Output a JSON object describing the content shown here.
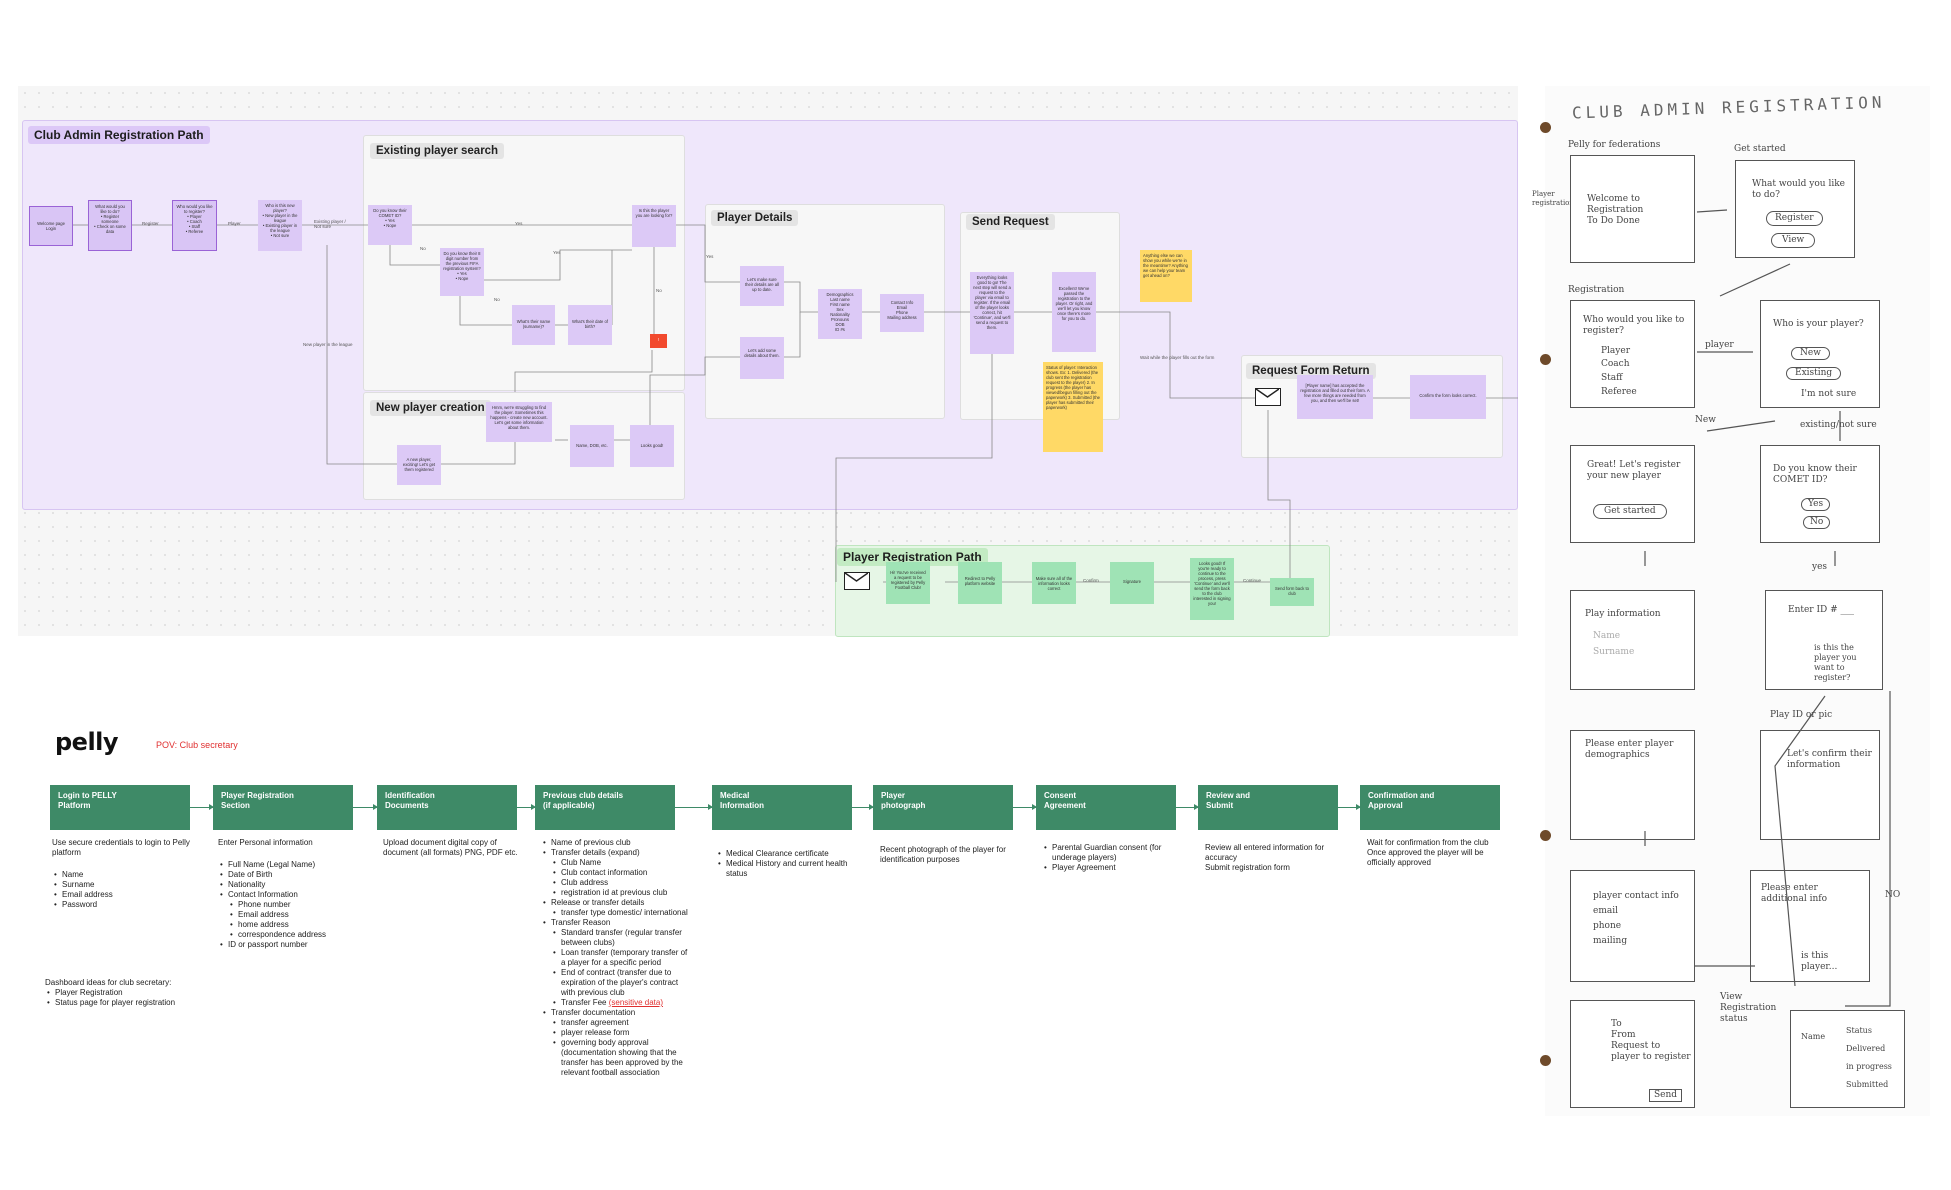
{
  "diagram": {
    "lanes": {
      "admin": "Club Admin Registration Path",
      "player": "Player Registration Path"
    },
    "sections": {
      "existing_search": "Existing player search",
      "new_player": "New player creation",
      "player_details": "Player Details",
      "send_request": "Send Request",
      "request_return": "Request Form Return"
    },
    "nodes": {
      "welcome": "Welcome page\nLogin",
      "what_todo": "What would you like to do?\n• Register someone\n• Check on some data",
      "who_register": "Who would you like to register?\n• Player\n• Coach\n• Staff\n• Referee",
      "who_player": "Who is this new player?\n• New player in the league\n• Existing player in the league\n• Not sure",
      "comet_id": "Do you know their COMET ID?\n• Yes\n• Nope",
      "enter_id": "Do you know their 8 digit number from the previous FIFA registration system?\n• Yes\n• Nope",
      "is_this_player": "Is this the player you are looking for?",
      "their_name": "What's their name (surname)?",
      "dob": "What's their date of birth?",
      "red": "!",
      "struggling": "Hmm, we're struggling to find the player. Sometimes this happens - create new account. Let's get some information about them.",
      "new_reg": "A new player, exciting! Let's get them registered",
      "name_dob": "Name, DOB, etc.",
      "looks_good": "Looks good!",
      "confirm_details": "Let's make sure their details are all up to date.",
      "add_details": "Let's add some details about them.",
      "demographics": "Demographics\nLast name\nFirst name\nSex\nNationality\nPronouns\nDOB\nID #s",
      "contact": "Contact Info\nEmail\nPhone\nMailing address",
      "send_req_note": "Everything looks good to go! The next step will send a request to the player via email to register. If the email of the player looks correct, hit 'Continue', and we'll send a request to them.",
      "excellent": "Excellent! We've passed the registration to the player. Or right, and we'll let you know once there's more for you to do.",
      "status_note": "Status of player: Interaction shows. Ex: 1. Delivered (the club sent the registration request to the player) 2. In progress (the player has viewed/begun filling out the paperwork) 3. Submitted (the player has submitted their paperwork)",
      "anything_else": "Anything else we can show you while we're in the meantime? Anything we can help your team get ahead on?",
      "return_note": "[Player name] has accepted the registration and filled out their form. A few more things are needed from you, and then we'll be set!",
      "confirm_form": "Confirm the form looks correct.",
      "player_request": "Hi! You've received a request to be registered by Pelly Football Club!",
      "redirect": "Redirect to Pelly platform website",
      "make_sure": "Make sure all of the information looks correct",
      "signature": "Signature",
      "ready": "Looks good! If you're ready to continue to the process, press 'Continue' and we'll send the form back to the club interested in signing you!",
      "send_back": "Send form back to club"
    },
    "edges": {
      "register": "Register",
      "player": "Player",
      "existing": "Existing player / Not sure",
      "new_in_league": "New player in the league",
      "yes": "Yes",
      "no": "No",
      "confirm": "Confirm",
      "continue": "Continue",
      "wait": "Wait while the player fills out the form"
    }
  },
  "journey": {
    "logo": "pelly",
    "pov": "POV: Club secretary",
    "steps": [
      {
        "title": "Login to PELLY\nPlatform"
      },
      {
        "title": "Player Registration\nSection"
      },
      {
        "title": "Identification\nDocuments"
      },
      {
        "title": "Previous club details\n(if applicable)"
      },
      {
        "title": "Medical\nInformation"
      },
      {
        "title": "Player\nphotograph"
      },
      {
        "title": "Consent\nAgreement"
      },
      {
        "title": "Review and\nSubmit"
      },
      {
        "title": "Confirmation and\nApproval"
      }
    ],
    "desc": {
      "login_intro": "Use secure credentials to login to Pelly platform",
      "login_items": [
        "Name",
        "Surname",
        "Email address",
        "Password"
      ],
      "reg_intro": "Enter Personal information",
      "reg_items": [
        "Full Name  (Legal Name)",
        "Date of Birth",
        "Nationality",
        "Contact Information"
      ],
      "reg_contact": [
        "Phone number",
        "Email address",
        "home address",
        "correspondence address"
      ],
      "reg_id": "ID or passport number",
      "id_text": "Upload document digital copy of document (all formats) PNG, PDF etc.",
      "prev_name": "Name of previous club",
      "prev_transfer": "Transfer details (expand)",
      "prev_transfer_items": [
        "Club Name",
        "Club contact information",
        "Club address",
        "registration id at previous club"
      ],
      "prev_release": "Release or transfer details",
      "prev_release_items": [
        "transfer type domestic/ international"
      ],
      "prev_reason": "Transfer Reason",
      "prev_reason_items": [
        "Standard transfer (regular transfer between clubs)",
        "Loan transfer (temporary transfer of a player for a specific period",
        "End of contract (transfer due to expiration of the player's contract with previous  club"
      ],
      "prev_fee": "Transfer Fee",
      "prev_fee_note": "(sensitive data)",
      "prev_docs": "Transfer documentation",
      "prev_docs_items": [
        "transfer agreement",
        "player release form",
        "governing body approval (documentation showing that the transfer has been approved by the relevant football association"
      ],
      "medical_items": [
        "Medical Clearance certificate",
        "Medical History and current health status"
      ],
      "photo_text": "Recent photograph of the player for identification purposes",
      "consent_items": [
        "Parental Guardian consent (for underage players)",
        "Player Agreement"
      ],
      "review_text": "Review all entered information for accuracy\nSubmit registration form",
      "confirm_text": "Wait for confirmation from the club\nOnce approved the player will be officially approved"
    },
    "dashboard": {
      "title": "Dashboard ideas for club secretary:",
      "items": [
        "Player Registration",
        "Status page for player registration"
      ]
    }
  },
  "sketch": {
    "title": "CLUB ADMIN REGISTRATION",
    "labels": {
      "pelly_fed": "Pelly for federations",
      "get_started": "Get started",
      "player_registration": "Player registration",
      "registration": "Registration",
      "player": "player",
      "new": "New",
      "existing": "existing/not sure",
      "yes": "yes",
      "no": "NO",
      "view_status": "View Registration status",
      "play_id": "Play ID or pic"
    },
    "screens": {
      "s1": "Welcome to Registration\nTo Do      Done",
      "s2": "What would you like to do?",
      "s2_btns": [
        "Register",
        "View"
      ],
      "s3": "Who would you like to register?",
      "s3_opts": [
        "Player",
        "Coach",
        "Staff",
        "Referee"
      ],
      "s4": "Who is your player?",
      "s4_opts": [
        "New",
        "Existing",
        "I'm not sure"
      ],
      "s5": "Great! Let's register your new player",
      "s5_btn": "Get started",
      "s6": "Do you know their COMET ID?",
      "s6_opts": [
        "Yes",
        "No"
      ],
      "s7": "Play information",
      "s7_fields": [
        "Name",
        "Surname"
      ],
      "s8": "Enter ID # ___",
      "s8_q": "is this the player you want to register?",
      "s9": "Please enter player demographics",
      "s10": "Let's confirm their information",
      "s11": "player contact info\nemail\nphone\nmailing",
      "s12": "Please enter additional info",
      "s12_q": "is this player...",
      "s13": "To\nFrom\nRequest to player to register",
      "s13_btn": "Send",
      "s14_items": [
        "Name",
        "Status",
        "Delivered",
        "in progress",
        "Submitted"
      ]
    }
  }
}
